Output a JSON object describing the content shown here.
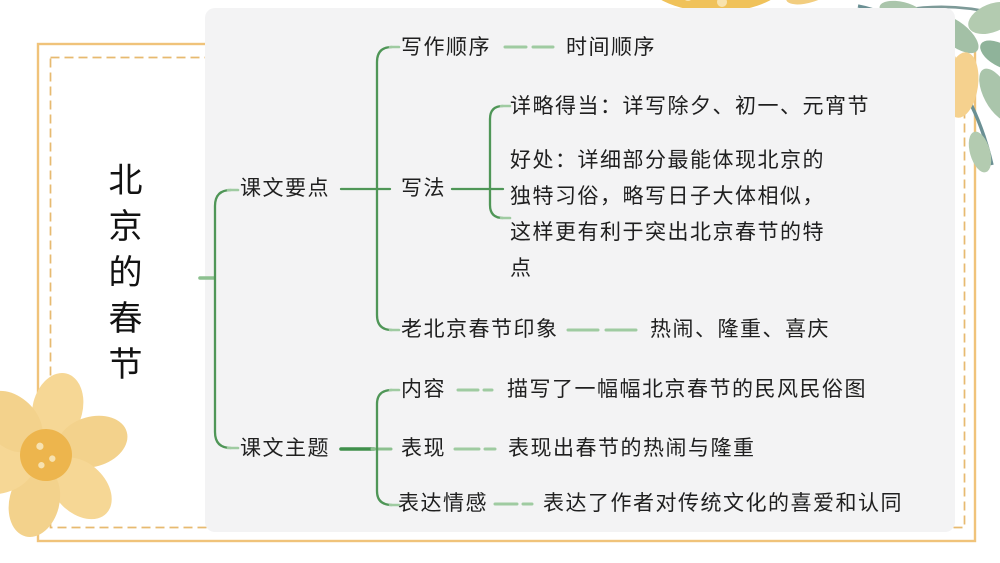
{
  "slide": {
    "type": "mindmap-slide",
    "colors": {
      "background": "#ffffff",
      "card": "#f3f3f4",
      "frame_solid": "#f0c37a",
      "frame_dashed": "#e7ba70",
      "connector_main": "#4f9657",
      "connector_dark": "#3f8f4b",
      "connector_light": "#9fcba1",
      "text": "#1f1f1f",
      "flower_petal": "#f6d795",
      "flower_center": "#edb54d",
      "leaf": "#aac5ab",
      "stem": "#6b9094"
    },
    "decor_icons": {
      "bottom_left": "yellow-flower",
      "top_center": "yellow-flower",
      "top_right": "green-leaves"
    }
  },
  "tree": {
    "root": "北京的春节",
    "branch1": {
      "label": "课文要点",
      "child1": {
        "label": "写作顺序",
        "value": "时间顺序"
      },
      "child2": {
        "label": "写法",
        "point1": "详略得当：详写除夕、初一、元宵节",
        "point2_lines": [
          "好处：详细部分最能体现北京的",
          "独特习俗，略写日子大体相似，",
          "这样更有利于突出北京春节的特",
          "点"
        ]
      },
      "child3": {
        "label": "老北京春节印象",
        "value": "热闹、隆重、喜庆"
      }
    },
    "branch2": {
      "label": "课文主题",
      "child1": {
        "label": "内容",
        "value": "描写了一幅幅北京春节的民风民俗图"
      },
      "child2": {
        "label": "表现",
        "value": "表现出春节的热闹与隆重"
      },
      "child3": {
        "label": "表达情感",
        "value": "表达了作者对传统文化的喜爱和认同"
      }
    }
  }
}
